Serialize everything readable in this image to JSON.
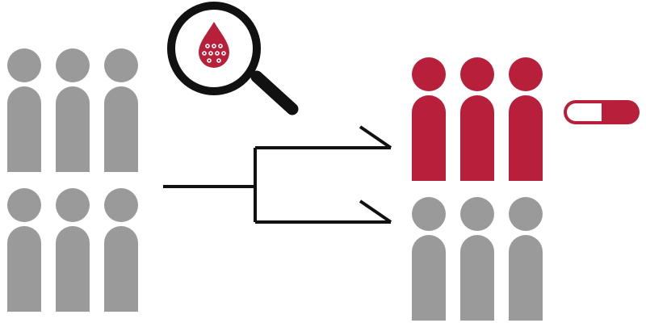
{
  "colors": {
    "neutral": "#9a9a9a",
    "highlight": "#b81f3a",
    "line": "#111111",
    "background": "#ffffff"
  },
  "groups": {
    "input": {
      "count": 6,
      "rows": 2,
      "cols": 3,
      "color_key": "neutral"
    },
    "treated": {
      "count": 3,
      "rows": 1,
      "cols": 3,
      "color_key": "highlight"
    },
    "untreated": {
      "count": 3,
      "rows": 1,
      "cols": 3,
      "color_key": "neutral"
    }
  },
  "icons": {
    "test": "magnifier-blood-drop-icon",
    "treatment": "capsule-pill-icon",
    "split": "branch-arrow-icon"
  }
}
